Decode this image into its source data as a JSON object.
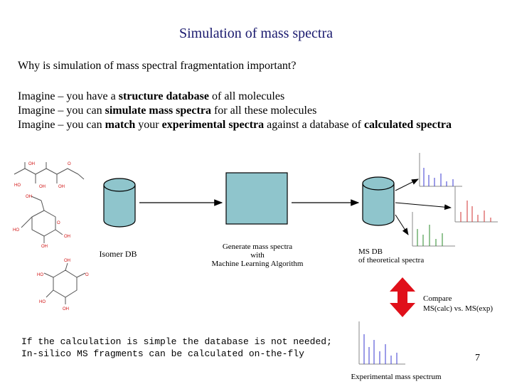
{
  "title": "Simulation of mass spectra",
  "question": "Why is simulation of mass spectral fragmentation important?",
  "imagine_lines": [
    {
      "pre": "Imagine – you have a ",
      "b1": "structure database",
      "mid": " of all molecules",
      "b2": "",
      "mid2": "",
      "b3": ""
    },
    {
      "pre": "Imagine – you can ",
      "b1": "simulate mass spectra",
      "mid": " for all these molecules",
      "b2": "",
      "mid2": "",
      "b3": ""
    },
    {
      "pre": "Imagine – you can ",
      "b1": "match",
      "mid": " your ",
      "b2": "experimental spectra",
      "mid2": " against a database of ",
      "b3": "calculated spectra"
    }
  ],
  "diagram": {
    "isomer_db_label": "Isomer DB",
    "generate_label": [
      "Generate mass spectra",
      "with",
      "Machine Learning Algorithm"
    ],
    "ms_db_label": [
      "MS DB",
      "of theoretical spectra"
    ],
    "compare_label": [
      "Compare",
      "MS(calc) vs. MS(exp)"
    ],
    "experimental_label": "Experimental mass spectrum"
  },
  "note": [
    "If the calculation is simple the database is not needed;",
    "In-silico MS fragments can be calculated on-the-fly"
  ],
  "slide_number": "7",
  "colors": {
    "cylinder": "#8fc5cc",
    "box": "#8fc5cc",
    "arrow_red": "#e0101a",
    "title": "#1a1a6e"
  }
}
